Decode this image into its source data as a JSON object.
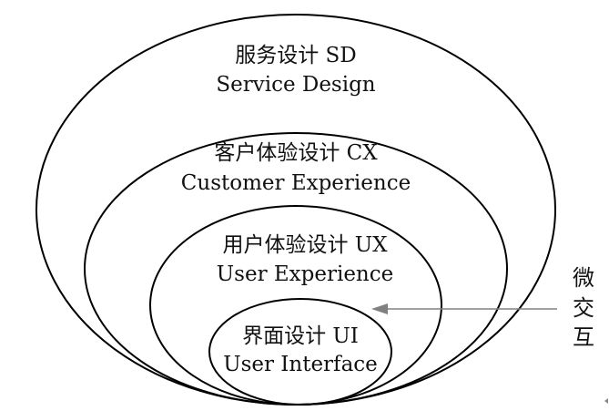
{
  "rings": [
    {
      "id": "service-design",
      "line1": "服务设计 SD",
      "line2": "Service Design"
    },
    {
      "id": "customer-experience",
      "line1": "客户体验设计 CX",
      "line2": "Customer Experience"
    },
    {
      "id": "user-experience",
      "line1": "用户体验设计 UX",
      "line2": "User Experience"
    },
    {
      "id": "user-interface",
      "line1": "界面设计 UI",
      "line2": "User Interface"
    }
  ],
  "micro_interaction": {
    "chars": [
      "微",
      "交",
      "互"
    ]
  }
}
